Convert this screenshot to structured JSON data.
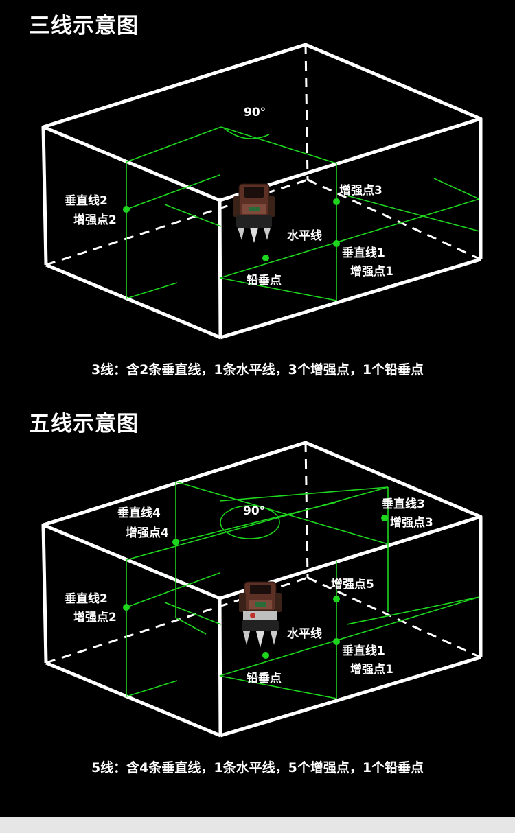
{
  "three_line": {
    "title": "三线示意图",
    "angle": "90°",
    "labels": {
      "v2": "垂直线2",
      "p2": "增强点2",
      "p3": "增强点3",
      "horizontal": "水平线",
      "v1": "垂直线1",
      "p1": "增强点1",
      "plumb": "铅垂点"
    },
    "caption": "3线：含2条垂直线，1条水平线，3个增强点，1个铅垂点"
  },
  "five_line": {
    "title": "五线示意图",
    "angle": "90°",
    "labels": {
      "v4": "垂直线4",
      "p4": "增强点4",
      "v3": "垂直线3",
      "p3": "增强点3",
      "v2": "垂直线2",
      "p2": "增强点2",
      "p5": "增强点5",
      "horizontal": "水平线",
      "v1": "垂直线1",
      "p1": "增强点1",
      "plumb": "铅垂点"
    },
    "caption": "5线：含4条垂直线，1条水平线，5个增强点，1个铅垂点"
  },
  "colors": {
    "laser": "#1fd61f",
    "box": "#ffffff",
    "background": "#000000",
    "device": "#6a3a2e"
  }
}
